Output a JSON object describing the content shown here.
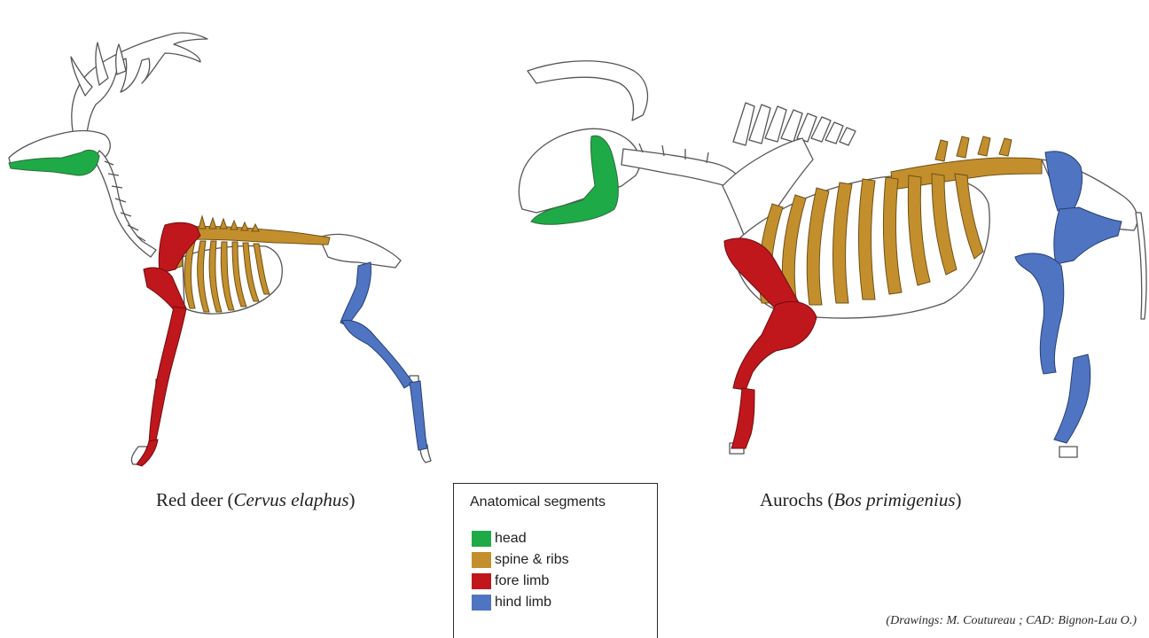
{
  "colors": {
    "head": "#1faa48",
    "spine_ribs": "#c38f2d",
    "fore_limb": "#c0171d",
    "hind_limb": "#4f74c2",
    "outline": "#555555"
  },
  "left_figure": {
    "caption_common": "Red deer (",
    "caption_latin": "Cervus elaphus",
    "caption_close": ")"
  },
  "right_figure": {
    "caption_common": "Aurochs (",
    "caption_latin": "Bos primigenius",
    "caption_close": ")"
  },
  "legend": {
    "title": "Anatomical segments",
    "items": [
      {
        "label": "head",
        "color": "#1faa48"
      },
      {
        "label": "spine & ribs",
        "color": "#c38f2d"
      },
      {
        "label": "fore limb",
        "color": "#c0171d"
      },
      {
        "label": "hind limb",
        "color": "#4f74c2"
      }
    ]
  },
  "credit": "(Drawings: M. Coutureau ; CAD: Bignon-Lau O.)"
}
